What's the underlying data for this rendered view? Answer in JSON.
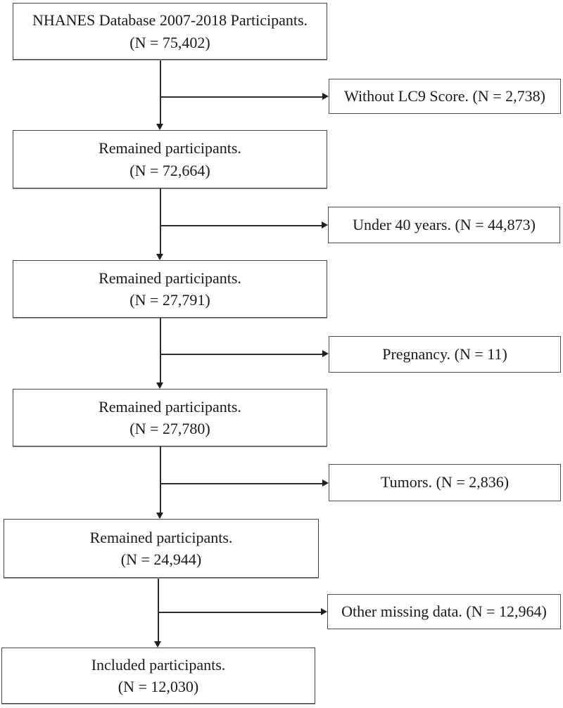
{
  "flow": {
    "main_boxes": [
      {
        "line1": "NHANES Database 2007-2018 Participants.",
        "line2": "(N = 75,402)"
      },
      {
        "line1": "Remained participants.",
        "line2": "(N = 72,664)"
      },
      {
        "line1": "Remained participants.",
        "line2": "(N = 27,791)"
      },
      {
        "line1": "Remained participants.",
        "line2": "(N = 27,780)"
      },
      {
        "line1": "Remained participants.",
        "line2": "(N = 24,944)"
      },
      {
        "line1": "Included participants.",
        "line2": "(N = 12,030)"
      }
    ],
    "exclusion_boxes": [
      {
        "label": "Without LC9 Score. (N = 2,738)"
      },
      {
        "label": "Under 40 years. (N = 44,873)"
      },
      {
        "label": "Pregnancy. (N = 11)"
      },
      {
        "label": "Tumors. (N = 2,836)"
      },
      {
        "label": "Other missing data. (N = 12,964)"
      }
    ],
    "colors": {
      "box_border": "#454545",
      "arrow_line": "#2d2d2d",
      "background": "#ffffff",
      "text": "#1a1a1a"
    }
  }
}
